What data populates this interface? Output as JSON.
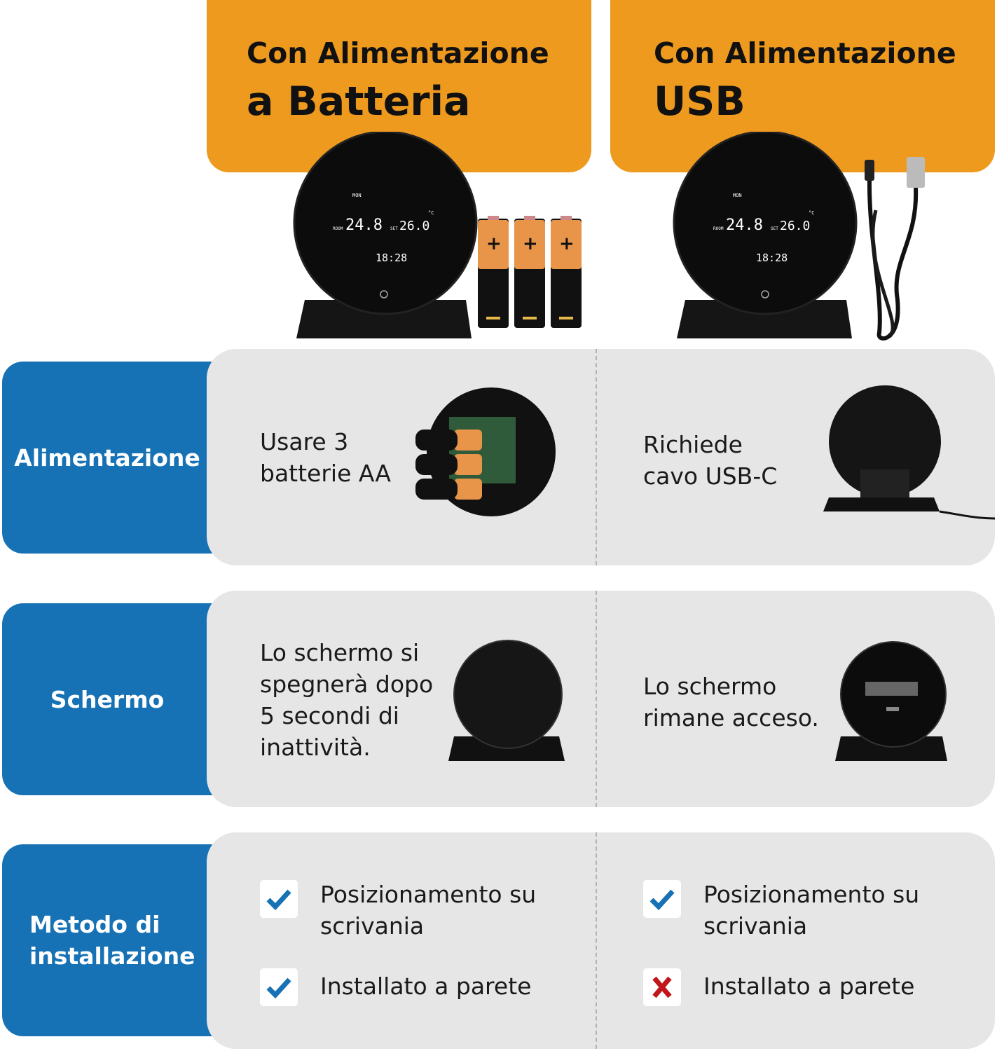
{
  "header": {
    "battery": {
      "line1": "Con Alimentazione",
      "line2": "a Batteria"
    },
    "usb": {
      "line1": "Con Alimentazione",
      "line2": "USB"
    }
  },
  "device_display": {
    "day": "MON",
    "room_label": "ROOM",
    "room_temp": "24.8",
    "set_label": "SET",
    "set_temp": "26.0",
    "unit": "°C",
    "time": "18:28"
  },
  "battery_mark": "+",
  "rows": [
    {
      "label": "Alimentazione",
      "battery": [
        "Usare 3",
        "batterie AA"
      ],
      "usb": [
        "Richiede",
        "cavo USB-C"
      ]
    },
    {
      "label": "Schermo",
      "battery": [
        "Lo schermo si",
        "spegnerà dopo",
        "5 secondi di",
        "inattività."
      ],
      "usb": [
        "Lo schermo",
        "rimane acceso."
      ]
    },
    {
      "label_lines": [
        "Metodo di",
        "installazione"
      ],
      "battery": [
        {
          "text": [
            "Posizionamento su",
            "scrivania"
          ],
          "status": "check"
        },
        {
          "text": [
            "Installato a parete"
          ],
          "status": "check"
        }
      ],
      "usb": [
        {
          "text": [
            "Posizionamento su",
            "scrivania"
          ],
          "status": "check"
        },
        {
          "text": [
            "Installato a parete"
          ],
          "status": "cross"
        }
      ]
    }
  ],
  "colors": {
    "header": "#EE9A1F",
    "label": "#1672B4",
    "panel": "#E6E6E6",
    "check": "#1672B4",
    "cross": "#C0161C"
  }
}
